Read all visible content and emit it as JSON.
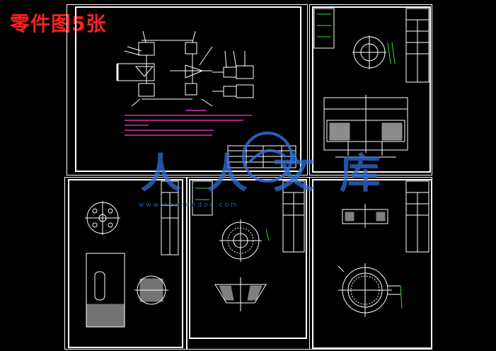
{
  "page": {
    "title": "零件图5张",
    "title_color": "#ff2020"
  },
  "watermark": {
    "text_cn": "人人文库",
    "url": "w w w . r e n r e n d o c . c o m",
    "color": "#2f6fd6"
  },
  "colors": {
    "line": "#ffffff",
    "annotation": "#ff3ccf",
    "green_note": "#27e03a",
    "red": "#ff2020"
  },
  "sheets": [
    {
      "id": "assembly",
      "icon": "gearbox-assembly-drawing"
    },
    {
      "id": "part-shaft-sleeve",
      "icon": "sleeve-part-drawing"
    },
    {
      "id": "part-block",
      "icon": "block-part-drawing"
    },
    {
      "id": "part-bevel-gear",
      "icon": "bevel-gear-part-drawing"
    },
    {
      "id": "part-ring",
      "icon": "ring-part-drawing"
    }
  ]
}
